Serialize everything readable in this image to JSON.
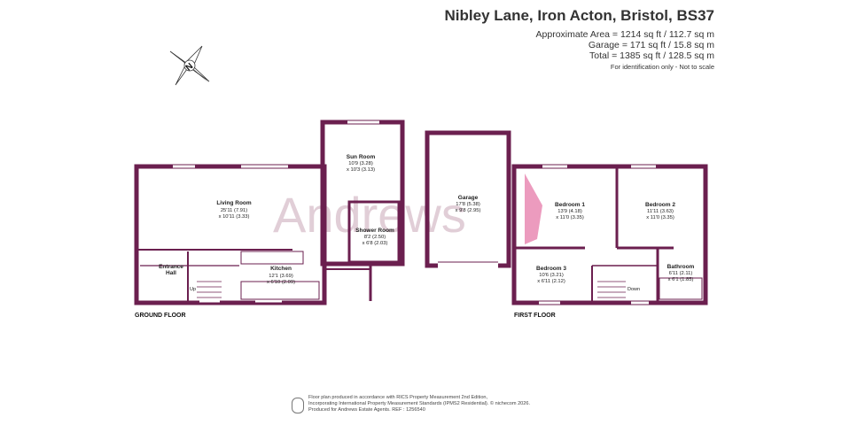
{
  "title": "Nibley Lane, Iron Acton, Bristol, BS37",
  "areas": [
    "Approximate Area = 1214 sq ft / 112.7 sq m",
    "Garage = 171 sq ft / 15.8 sq m",
    "Total = 1385 sq ft / 128.5 sq m"
  ],
  "note": "For identification only - Not to scale",
  "compass_letter": "N",
  "watermark": "Andrews",
  "floors": {
    "ground": "GROUND FLOOR",
    "first": "FIRST FLOOR"
  },
  "rooms": {
    "living": {
      "name": "Living Room",
      "dim1": "25'11 (7.91)",
      "dim2": "x 10'11 (3.33)"
    },
    "entrance": {
      "name1": "Entrance",
      "name2": "Hall"
    },
    "kitchen": {
      "name": "Kitchen",
      "dim1": "12'1 (3.69)",
      "dim2": "x 6'10 (2.09)"
    },
    "sun": {
      "name": "Sun Room",
      "dim1": "10'9 (3.28)",
      "dim2": "x 10'3 (3.13)"
    },
    "shower": {
      "name": "Shower Room",
      "dim1": "8'2 (2.50)",
      "dim2": "x 6'8 (2.03)"
    },
    "garage": {
      "name": "Garage",
      "dim1": "17'8 (5.38)",
      "dim2": "x 9'8 (2.95)"
    },
    "bed1": {
      "name": "Bedroom 1",
      "dim1": "13'9 (4.18)",
      "dim2": "x 11'0 (3.35)"
    },
    "bed2": {
      "name": "Bedroom 2",
      "dim1": "11'11 (3.63)",
      "dim2": "x 11'0 (3.35)"
    },
    "bed3": {
      "name": "Bedroom 3",
      "dim1": "10'6 (3.21)",
      "dim2": "x 6'11 (2.12)"
    },
    "bath": {
      "name": "Bathroom",
      "dim1": "6'11 (2.11)",
      "dim2": "x 6'1 (1.85)"
    }
  },
  "stairs": {
    "up": "Up",
    "down": "Down"
  },
  "footer": [
    "Floor plan produced in accordance with RICS Property Measurement 2nd Edition,",
    "Incorporating International Property Measurement Standards (IPMS2 Residential).  © nichecom 2026.",
    "Produced for  Andrews Estate Agents.   REF : 1256540"
  ],
  "colors": {
    "wall": "#6b1f4f",
    "watermark": "#c9a7b7",
    "accent": "#e57aa8"
  }
}
